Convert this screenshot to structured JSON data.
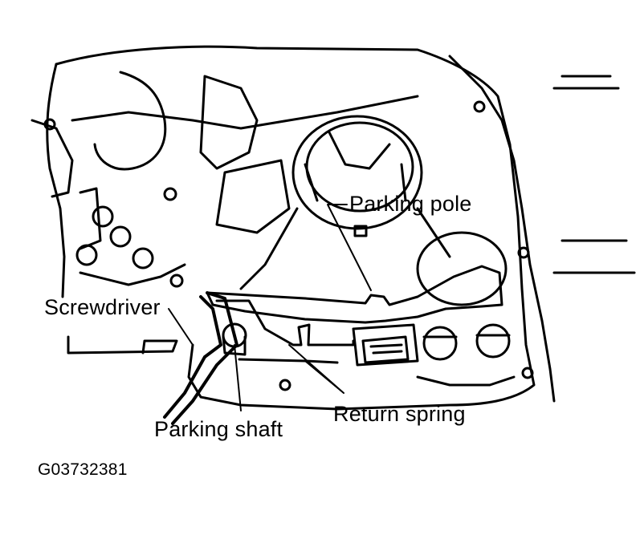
{
  "labels": {
    "parking_pole": "Parking pole",
    "screwdriver": "Screwdriver",
    "parking_shaft": "Parking shaft",
    "return_spring": "Return spring"
  },
  "figure_id": "G03732381",
  "colors": {
    "ink": "#000000",
    "paper": "#ffffff"
  }
}
